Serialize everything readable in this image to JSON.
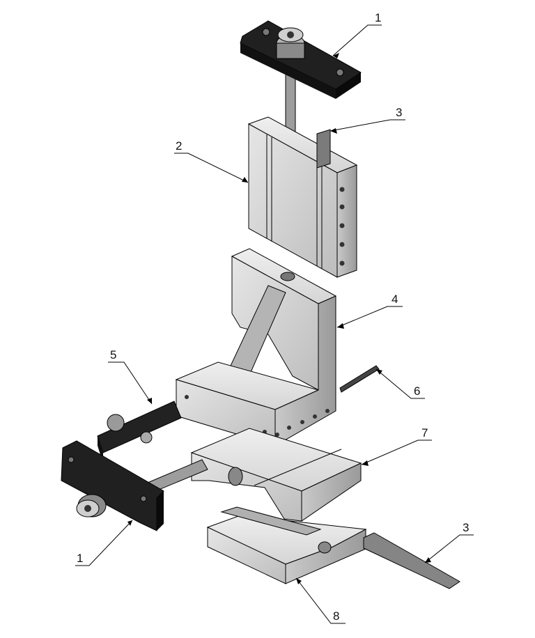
{
  "diagram": {
    "callouts": [
      {
        "id": "c1-top",
        "label": "1"
      },
      {
        "id": "c3-top",
        "label": "3"
      },
      {
        "id": "c2",
        "label": "2"
      },
      {
        "id": "c4",
        "label": "4"
      },
      {
        "id": "c5",
        "label": "5"
      },
      {
        "id": "c6",
        "label": "6"
      },
      {
        "id": "c7",
        "label": "7"
      },
      {
        "id": "c3-bottom",
        "label": "3"
      },
      {
        "id": "c1-bottom",
        "label": "1"
      },
      {
        "id": "c8",
        "label": "8"
      }
    ]
  },
  "colors": {
    "dark_part": "#1c1c1c",
    "grey_part": "#d2d2d2",
    "grey_shadow": "#a8a8a8",
    "outline": "#000000"
  }
}
